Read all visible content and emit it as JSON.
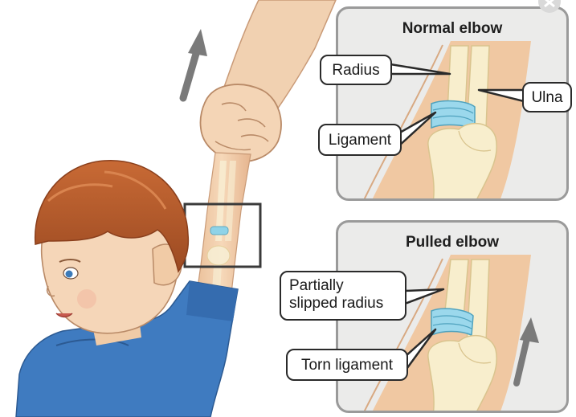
{
  "panels": {
    "normal": {
      "title": "Normal elbow",
      "labels": {
        "radius": "Radius",
        "ulna": "Ulna",
        "ligament": "Ligament"
      }
    },
    "pulled": {
      "title": "Pulled elbow",
      "labels": {
        "partially_line1": "Partially",
        "partially_line2": "slipped radius",
        "torn_ligament": "Torn ligament"
      }
    }
  },
  "colors": {
    "panel_bg": "#ebebea",
    "panel_border": "#9a9a9a",
    "skin": "#f3d2b0",
    "skin_shadow": "#e2b28c",
    "bone": "#f7ecc4",
    "bone_shadow": "#e7d39b",
    "ligament": "#8fd3e8",
    "shirt": "#3f7bc0",
    "hair": "#b5582a",
    "arrow": "#7a7a7a"
  }
}
